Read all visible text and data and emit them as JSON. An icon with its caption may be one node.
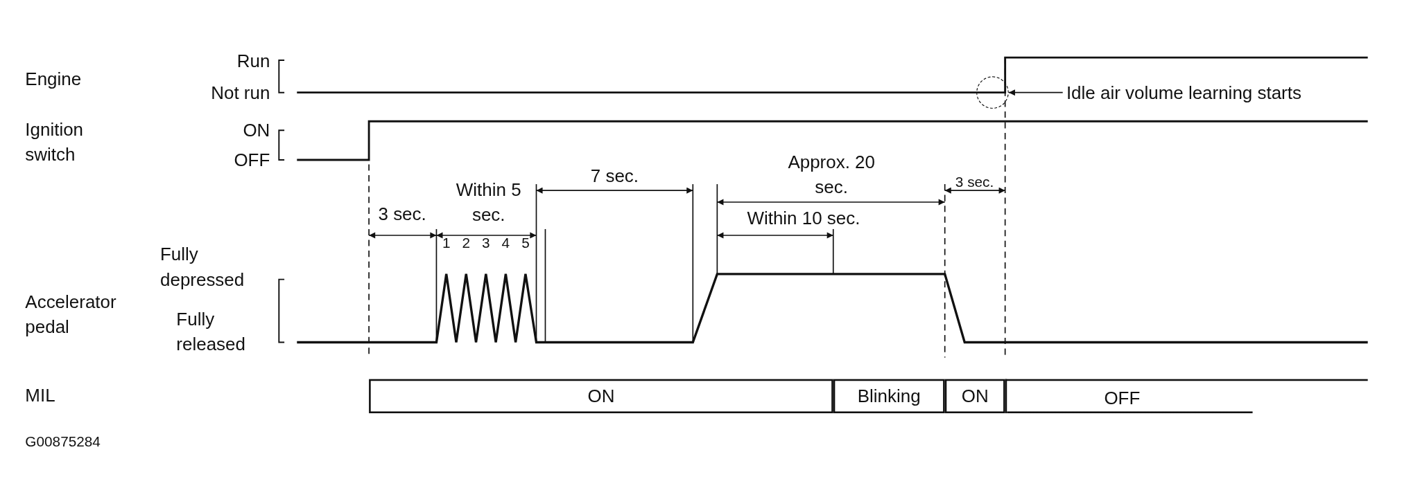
{
  "diagram": {
    "nodes": [
      {
        "text": [],
        "shape": "circle"
      },
      {
        "text": [
          "Idle air volume learning starts"
        ]
      },
      {
        "text": [
          "ON"
        ]
      },
      {
        "text": [
          "Blinking"
        ]
      },
      {
        "text": [
          "ON"
        ]
      },
      {
        "text": [
          "OFF"
        ]
      }
    ],
    "edges": [
      {
        "from": 1,
        "to": 0,
        "arrow": "to"
      }
    ],
    "labels": [
      "Engine",
      "Run",
      "Not run",
      "Ignition switch",
      "ON",
      "OFF",
      "Approx. 20 sec.",
      "3 sec.",
      "3 sec.",
      "Within 5 sec.",
      "7 sec.",
      "Within 10 sec.",
      "1",
      "2",
      "3",
      "4",
      "5",
      "Fully depressed",
      "Accelerator pedal",
      "Fully released",
      "MIL",
      "G00875284"
    ]
  }
}
